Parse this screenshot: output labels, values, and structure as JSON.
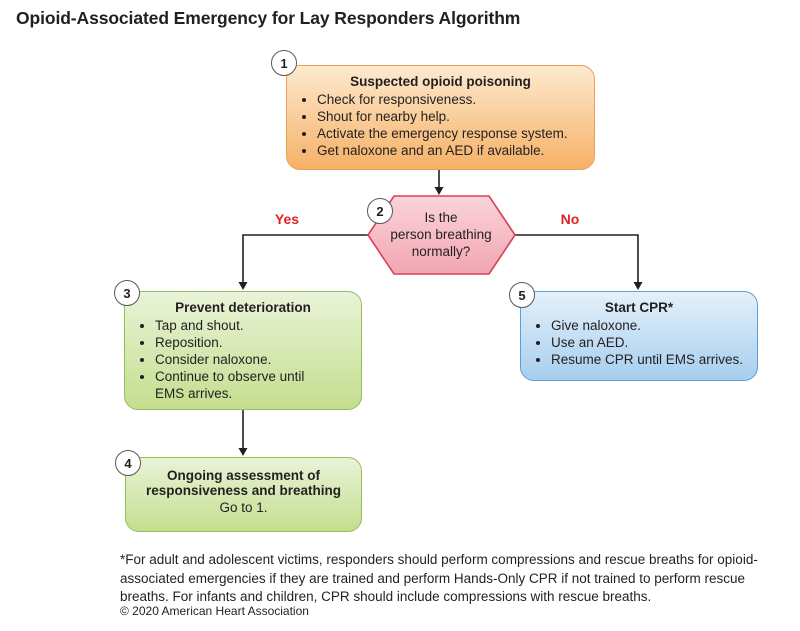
{
  "title": "Opioid-Associated Emergency for Lay Responders Algorithm",
  "colors": {
    "orange_box_top": "#FDEACF",
    "orange_box_bottom": "#F5B166",
    "orange_border": "#EDA055",
    "green_box_top": "#E9F3D8",
    "green_box_bottom": "#C4DE8E",
    "green_border": "#96BF58",
    "blue_box_top": "#E4F0FA",
    "blue_box_bottom": "#A7CEEE",
    "blue_border": "#5F9DD5",
    "hexagon_top": "#FAD4DA",
    "hexagon_bottom": "#F2A6B2",
    "hexagon_border": "#D84058",
    "edge_label_red": "#DF2127",
    "line_color": "#231F20"
  },
  "nodes": {
    "n1": {
      "number": "1",
      "title": "Suspected opioid poisoning",
      "bullets": [
        "Check for responsiveness.",
        "Shout for nearby help.",
        "Activate the emergency response system.",
        "Get naloxone and an AED if available."
      ]
    },
    "n2": {
      "number": "2",
      "line1": "Is the",
      "line2": "person breathing",
      "line3": "normally?"
    },
    "n3": {
      "number": "3",
      "title": "Prevent deterioration",
      "bullets": [
        "Tap and shout.",
        "Reposition.",
        "Consider naloxone.",
        "Continue to observe until EMS arrives."
      ]
    },
    "n4": {
      "number": "4",
      "title": "Ongoing assessment of responsiveness and breathing",
      "subtext": "Go to 1."
    },
    "n5": {
      "number": "5",
      "title": "Start CPR*",
      "bullets": [
        "Give naloxone.",
        "Use an AED.",
        "Resume CPR until EMS arrives."
      ]
    }
  },
  "edges": {
    "yes_label": "Yes",
    "no_label": "No"
  },
  "footnote": "*For adult and adolescent victims, responders should perform compressions and rescue breaths for opioid-associated emergencies if they are trained and perform Hands-Only CPR if not trained to perform rescue breaths. For infants and children, CPR should include compressions with rescue breaths.",
  "copyright": "© 2020 American Heart Association"
}
